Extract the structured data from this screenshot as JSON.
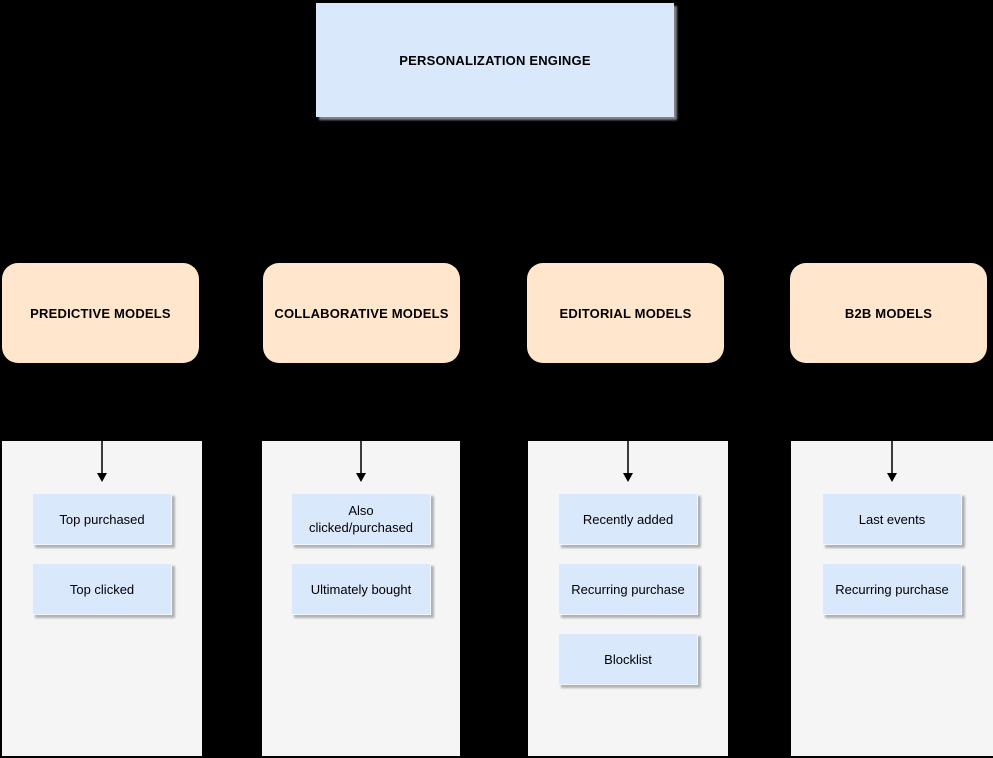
{
  "background": "#000000",
  "colors": {
    "background": "#000000",
    "engine_fill": "#dae8fc",
    "category_fill": "#ffe6cc",
    "panel_fill": "#f5f5f5",
    "item_fill": "#dae8fc"
  },
  "engine": {
    "title": "PERSONALIZATION ENGINGE"
  },
  "columns": [
    {
      "label": "PREDICTIVE MODELS",
      "items": [
        "Top purchased",
        "Top clicked"
      ]
    },
    {
      "label": "COLLABORATIVE MODELS",
      "items": [
        "Also clicked/purchased",
        "Ultimately bought"
      ]
    },
    {
      "label": "EDITORIAL MODELS",
      "items": [
        "Recently added",
        "Recurring purchase",
        "Blocklist"
      ]
    },
    {
      "label": "B2B MODELS",
      "items": [
        "Last events",
        "Recurring purchase"
      ]
    }
  ]
}
